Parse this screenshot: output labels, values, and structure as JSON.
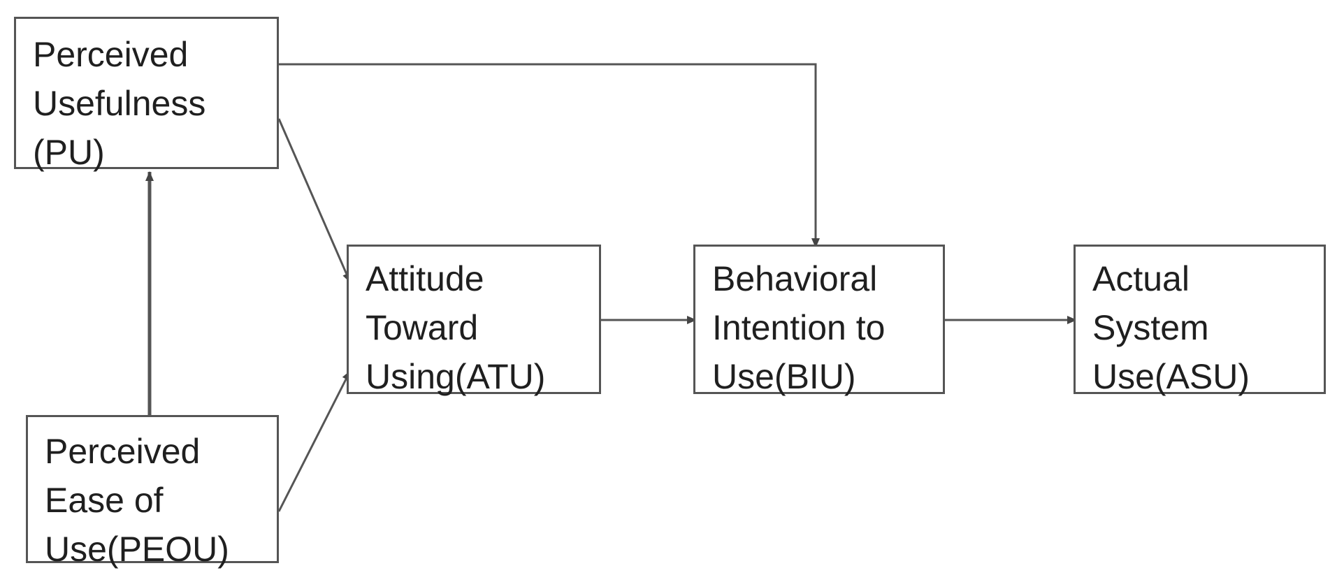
{
  "diagram": {
    "nodes": {
      "pu": {
        "label": "Perceived\nUsefulness\n      (PU)"
      },
      "peou": {
        "label": "Perceived\nEase of\nUse(PEOU)"
      },
      "atu": {
        "label": "Attitude\nToward\nUsing(ATU)"
      },
      "biu": {
        "label": "Behavioral\nIntention to\nUse(BIU)"
      },
      "asu": {
        "label": "Actual\nSystem\nUse(ASU)"
      }
    },
    "edges": [
      {
        "from": "pu",
        "to": "atu"
      },
      {
        "from": "pu",
        "to": "biu"
      },
      {
        "from": "peou",
        "to": "pu"
      },
      {
        "from": "peou",
        "to": "atu"
      },
      {
        "from": "atu",
        "to": "biu"
      },
      {
        "from": "biu",
        "to": "asu"
      }
    ],
    "colors": {
      "line": "#555555",
      "box_border": "#555555",
      "text": "#1f1f1f",
      "background": "#ffffff"
    }
  }
}
